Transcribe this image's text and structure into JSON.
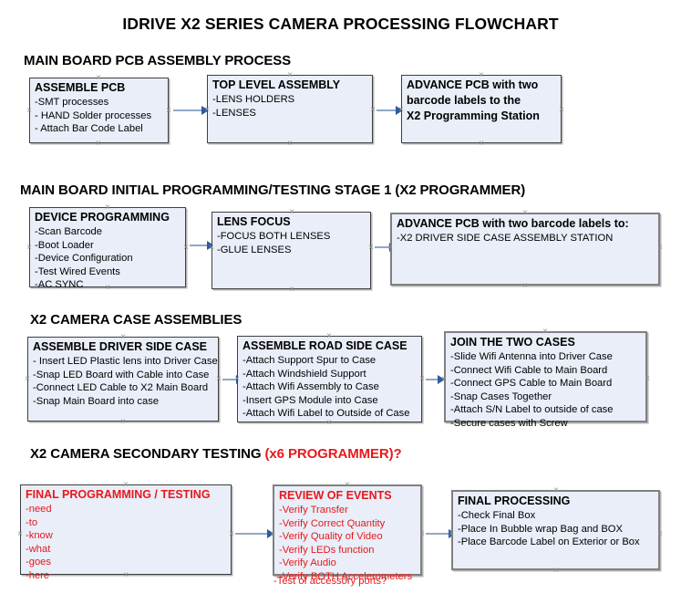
{
  "document": {
    "title": "IDRIVE X2  SERIES CAMERA PROCESSING FLOWCHART"
  },
  "colors": {
    "box_fill": "#e9eef8",
    "box_border": "#3f3f3f",
    "accent_red": "#e8181c",
    "connector": "#8fa9c4",
    "arrowhead": "#2d5b9e",
    "text": "#000000"
  },
  "sections": [
    {
      "id": "main-board-pcb-assembly-process",
      "heading": "MAIN BOARD PCB ASSEMBLY PROCESS",
      "heading_accent": "",
      "boxes": [
        {
          "id": "assemble-pcb",
          "title": "ASSEMBLE PCB",
          "lines": [
            "-SMT processes",
            "- HAND Solder processes",
            "- Attach Bar Code Label"
          ]
        },
        {
          "id": "top-level-assembly",
          "title": "TOP LEVEL ASSEMBLY",
          "lines": [
            "-LENS HOLDERS",
            "-LENSES"
          ]
        },
        {
          "id": "advance-pcb-to-programming-station",
          "title": "ADVANCE PCB with two",
          "lines": [
            "barcode labels to the",
            " X2 Programming Station"
          ]
        }
      ]
    },
    {
      "id": "main-board-initial-programming-testing-stage-1",
      "heading": "MAIN BOARD INITIAL PROGRAMMING/TESTING STAGE 1 (X2 PROGRAMMER)",
      "heading_accent": "",
      "boxes": [
        {
          "id": "device-programming",
          "title": "DEVICE PROGRAMMING",
          "lines": [
            "-Scan Barcode",
            "-Boot Loader",
            "-Device Configuration",
            "-Test Wired Events",
            "-AC SYNC"
          ]
        },
        {
          "id": "lens-focus",
          "title": "LENS FOCUS",
          "lines": [
            "-FOCUS BOTH LENSES",
            "-GLUE LENSES"
          ]
        },
        {
          "id": "advance-pcb-to-driver-side-case-assembly",
          "title": "ADVANCE PCB with two barcode labels to:",
          "lines": [
            "-X2 DRIVER  SIDE  CASE  ASSEMBLY STATION"
          ]
        }
      ]
    },
    {
      "id": "x2-camera-case-assemblies",
      "heading": "X2 CAMERA CASE ASSEMBLIES",
      "heading_accent": "",
      "boxes": [
        {
          "id": "assemble-driver-side-case",
          "title": "ASSEMBLE DRIVER SIDE CASE",
          "lines": [
            " - Insert LED Plastic lens into Driver Case",
            "-Snap LED Board with Cable into Case",
            "-Connect LED Cable to X2 Main Board",
            "-Snap Main Board into case"
          ]
        },
        {
          "id": "assemble-road-side-case",
          "title": "ASSEMBLE ROAD SIDE CASE",
          "lines": [
            "-Attach Support Spur to Case",
            "-Attach Windshield Support",
            "-Attach Wifi Assembly to Case",
            "-Insert GPS Module into Case",
            "-Attach Wifi Label to Outside of Case"
          ]
        },
        {
          "id": "join-the-two-cases",
          "title": "JOIN THE TWO CASES",
          "lines": [
            "-Slide Wifi Antenna into Driver Case",
            "-Connect Wifi Cable to Main Board",
            "-Connect GPS Cable to Main Board",
            "-Snap Cases Together",
            "-Attach S/N Label to outside of case",
            "-Secure cases with Screw"
          ]
        }
      ]
    },
    {
      "id": "x2-camera-secondary-testing",
      "heading": "X2 CAMERA SECONDARY TESTING ",
      "heading_accent": "(x6 PROGRAMMER)?",
      "boxes": [
        {
          "id": "final-programming-testing",
          "title": "FINAL PROGRAMMING / TESTING",
          "lines": [
            "-need",
            "-to",
            "-know",
            "-what",
            "-goes",
            "-here"
          ]
        },
        {
          "id": "review-of-events",
          "title": "REVIEW OF EVENTS",
          "lines": [
            "-Verify Transfer",
            "-Verify Correct Quantity",
            "-Verify Quality of Video",
            "-Verify LEDs function",
            "-Verify Audio",
            "-Verify BOTH Accelerometers"
          ],
          "overflow_line": "-Test of accessory ports?"
        },
        {
          "id": "final-processing",
          "title": "FINAL PROCESSING",
          "lines": [
            " -Check Final Box",
            "-Place In Bubble wrap Bag and BOX",
            "-Place Barcode Label on Exterior or Box"
          ]
        }
      ]
    }
  ]
}
